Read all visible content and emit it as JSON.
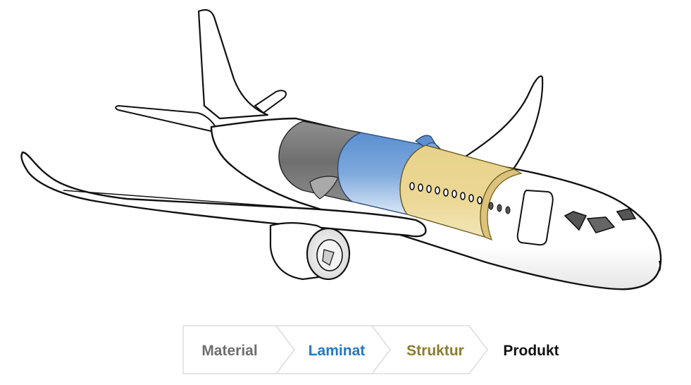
{
  "process": {
    "steps": [
      {
        "label": "Material",
        "color": "#6e6e6e"
      },
      {
        "label": "Laminat",
        "color": "#1f78c8"
      },
      {
        "label": "Struktur",
        "color": "#8a7d2a"
      },
      {
        "label": "Produkt",
        "color": "#111111"
      }
    ]
  },
  "illustration": {
    "layer_colors": {
      "material": "#8a8a8a",
      "laminat": "#7fa6d8",
      "struktur": "#e8d28a",
      "produkt": "#ffffff"
    }
  }
}
